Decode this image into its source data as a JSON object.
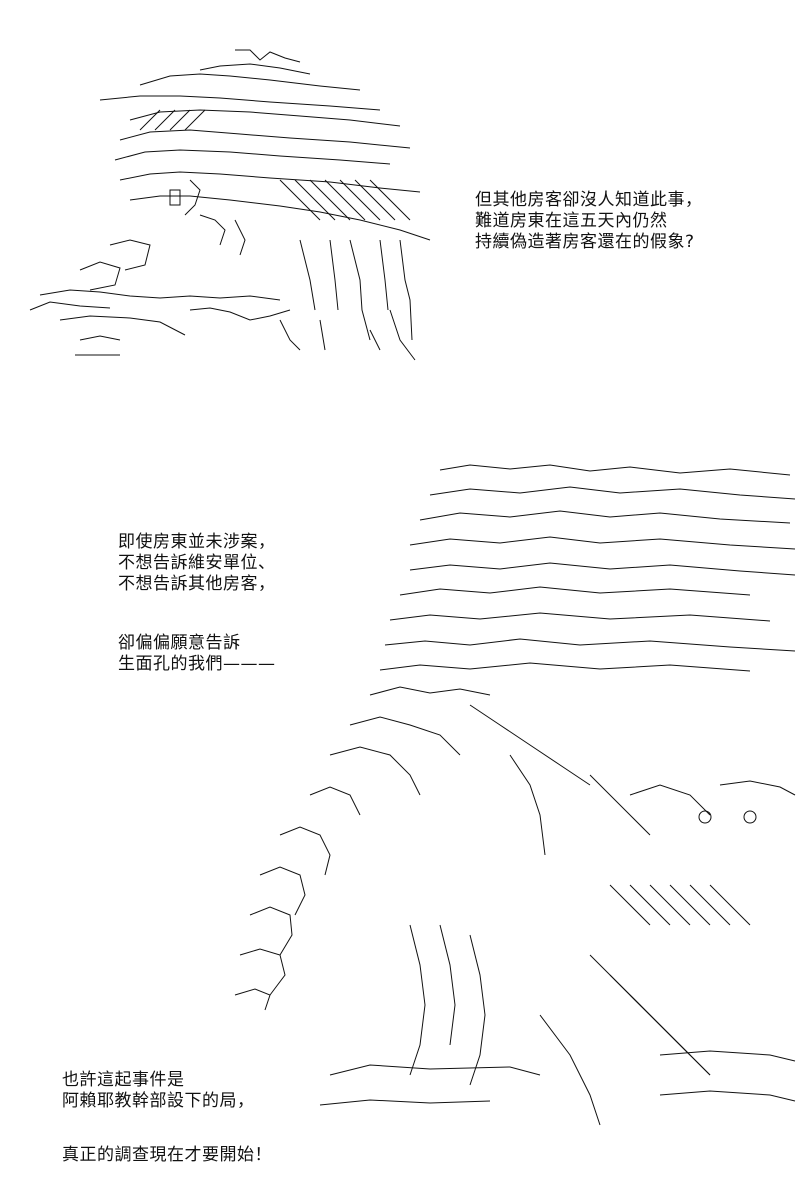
{
  "captions": {
    "block1": "但其他房客卻沒人知道此事，\n難道房東在這五天內仍然\n持續偽造著房客還在的假象?",
    "block2": "即使房東並未涉案，\n不想告訴維安單位、\n不想告訴其他房客，",
    "block3": "卻偏偏願意告訴\n生面孔的我們———",
    "block4": "也許這起事件是\n阿賴耶教幹部設下的局，",
    "block5": "真正的調查現在才要開始！"
  },
  "colors": {
    "ink": "#111111",
    "paper": "#ffffff"
  }
}
